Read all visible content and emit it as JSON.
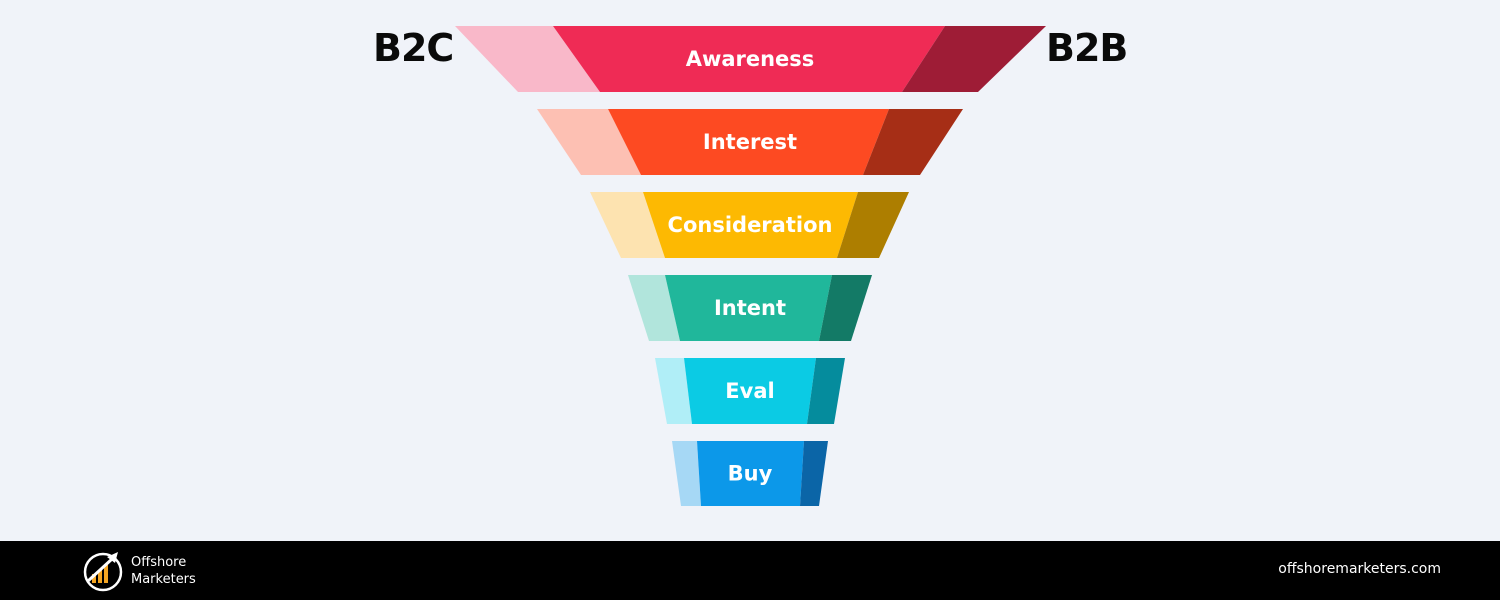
{
  "labels": {
    "left": "B2C",
    "right": "B2B"
  },
  "stages": [
    {
      "label": "Awareness",
      "main": "#ef2b55",
      "left": "#f9b8c9",
      "right": "#9e1c36"
    },
    {
      "label": "Interest",
      "main": "#fd4a22",
      "left": "#fdc0b3",
      "right": "#a62e16"
    },
    {
      "label": "Consideration",
      "main": "#fdb902",
      "left": "#fde3b0",
      "right": "#ad7e00"
    },
    {
      "label": "Intent",
      "main": "#20b79b",
      "left": "#b1e5dc",
      "right": "#137a66"
    },
    {
      "label": "Eval",
      "main": "#0bcbe4",
      "left": "#b0eef7",
      "right": "#058c9d"
    },
    {
      "label": "Buy",
      "main": "#0c98e9",
      "left": "#a6d8f5",
      "right": "#0b65a7"
    }
  ],
  "footer": {
    "brand_line1": "Offshore",
    "brand_line2": "Marketers",
    "website": "offshoremarketers.com",
    "logo_icon": "rising-chart-logo-icon"
  }
}
